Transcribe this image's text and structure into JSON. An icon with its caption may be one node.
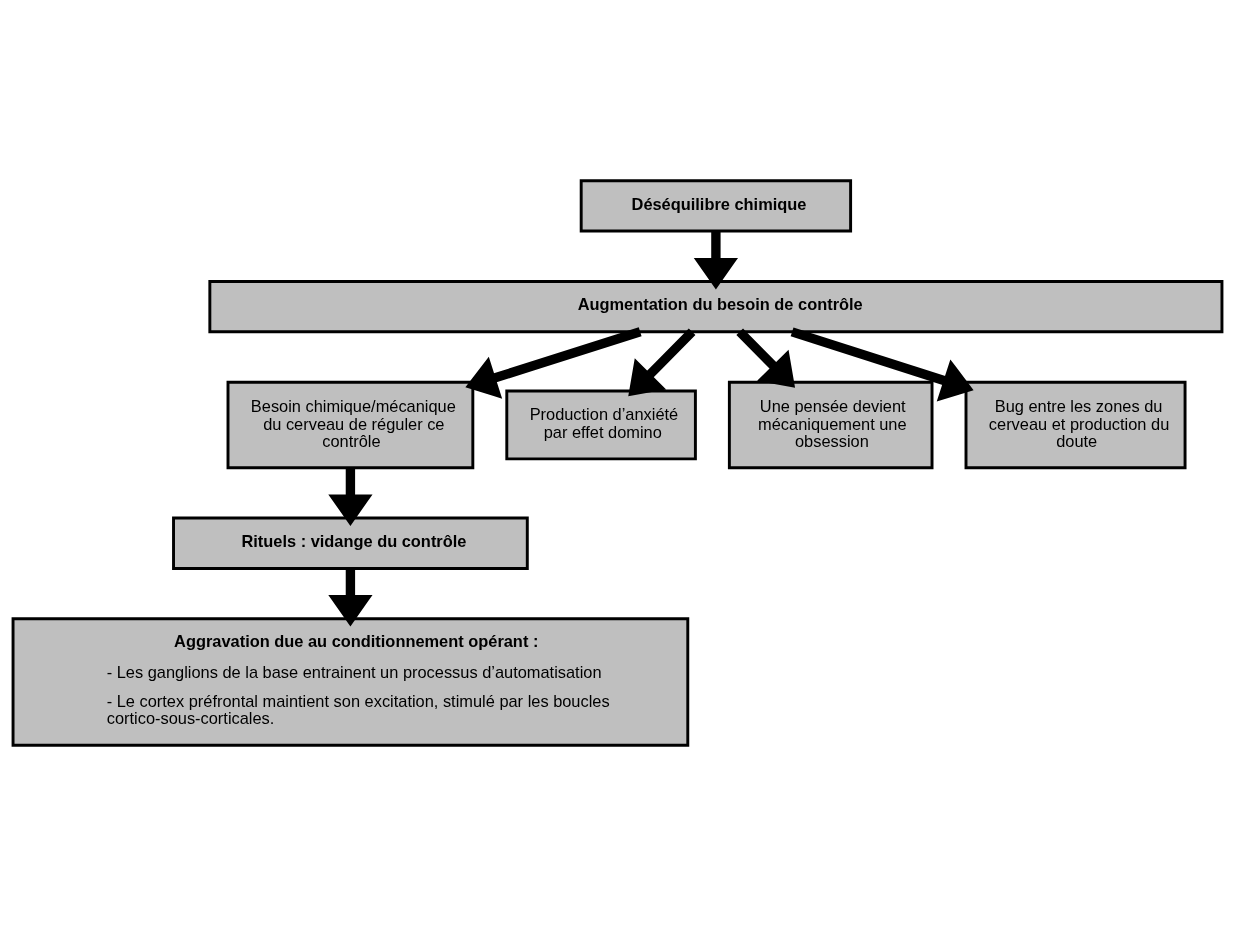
{
  "diagram": {
    "nodes": [
      {
        "text": [
          "Déséquilibre chimique"
        ]
      },
      {
        "text": [
          "Augmentation du besoin de contrôle"
        ]
      },
      {
        "text": [
          "Besoin chimique/mécanique du cerveau de réguler ce contrôle"
        ]
      },
      {
        "text": [
          "Production d’anxiété par effet domino"
        ]
      },
      {
        "text": [
          "Une pensée devient mécaniquement une obsession"
        ]
      },
      {
        "text": [
          "Bug entre les zones du cerveau et production du doute"
        ]
      },
      {
        "text": [
          "Rituels : vidange du contrôle"
        ]
      },
      {
        "text": [
          "Aggravation due au conditionnement opérant :",
          "- Les ganglions de la base entrainent un processus d’automatisation",
          "- Le cortex préfrontal maintient son excitation, stimulé par les boucles cortico-sous-corticales."
        ]
      }
    ],
    "edges": [
      {
        "from": 0,
        "to": 1,
        "arrow": "to"
      },
      {
        "from": 1,
        "to": 2,
        "arrow": "to"
      },
      {
        "from": 1,
        "to": 3,
        "arrow": "to"
      },
      {
        "from": 1,
        "to": 4,
        "arrow": "to"
      },
      {
        "from": 1,
        "to": 5,
        "arrow": "to"
      },
      {
        "from": 2,
        "to": 6,
        "arrow": "to"
      },
      {
        "from": 6,
        "to": 7,
        "arrow": "to"
      }
    ]
  }
}
